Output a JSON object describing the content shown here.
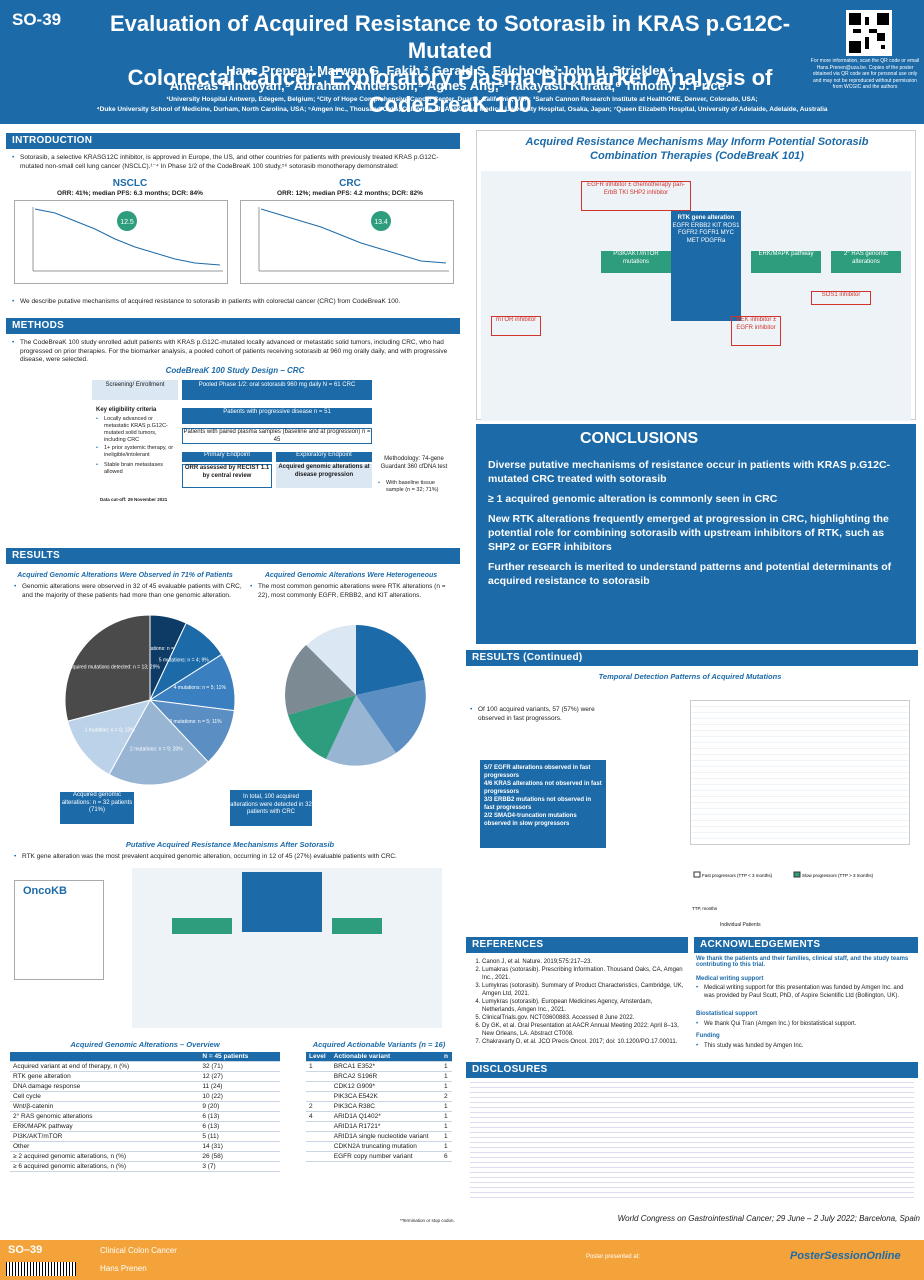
{
  "header": {
    "code": "SO-39",
    "title_line1": "Evaluation of Acquired Resistance to Sotorasib in KRAS p.G12C-Mutated",
    "title_line2": "Colorectal Cancer: Exploratory Plasma Biomarker Analysis of CodeBreaK 100",
    "authors_line1": "Hans Prenen,¹ Marwan G. Fakih,² Gerald S. Falchook,³ John H. Strickler,⁴",
    "authors_line2": "Antreas Hindoyan,⁵ Abraham Anderson,⁵ Agnes Ang,⁵ Takayasu Kurata,⁶ Timothy J. Price⁷",
    "affil_line1": "¹University Hospital Antwerp, Edegem, Belgium; ²City of Hope Comprehensive Cancer Center, Duarte, California, USA; ³Sarah Cannon Research Institute at HealthONE, Denver, Colorado, USA;",
    "affil_line2": "⁴Duke University School of Medicine, Durham, North Carolina, USA; ⁵Amgen Inc., Thousand Oaks, California, USA; ⁶Kansai Medical University Hospital, Osaka, Japan; ⁷Queen Elizabeth Hospital, University of Adelaide, Adelaide, Australia",
    "qr_note": "For more information, scan the QR code or email Hans.Prenen@uza.be. Copies of the poster obtained via QR code are for personal use only and may not be reproduced without permission from WCGIC and the authors"
  },
  "intro": {
    "heading": "INTRODUCTION",
    "bullet1": "Sotorasib, a selective KRASG12C inhibitor, is approved in Europe, the US, and other countries for patients with previously treated KRAS p.G12C-mutated non-small cell lung cancer (NSCLC).¹⁻⁴ In Phase 1/2 of the CodeBreaK 100 study,⁵⁶ sotorasib monotherapy demonstrated:",
    "nsclc_title": "NSCLC",
    "nsclc_orr": "ORR: 41%; median PFS: 6.3 months; DCR: 84%",
    "crc_title": "CRC",
    "crc_orr": "ORR: 12%; median PFS: 4.2 months; DCR: 82%",
    "nsclc_os": "12.5",
    "crc_os": "13.4",
    "bullet2": "We describe putative mechanisms of acquired resistance to sotorasib in patients with colorectal cancer (CRC) from CodeBreaK 100."
  },
  "methods": {
    "heading": "METHODS",
    "bullet1": "The CodeBreaK 100 study enrolled adult patients with KRAS p.G12C-mutated locally advanced or metastatic solid tumors, including CRC, who had progressed on prior therapies. For the biomarker analysis, a pooled cohort of patients receiving sotorasib at 960 mg orally daily, and with progressive disease, were selected.",
    "design_title": "CodeBreaK 100 Study Design – CRC",
    "screening": "Screening/ Enrollment",
    "pooled": "Pooled Phase 1/2: oral sotorasib 960 mg daily N = 61 CRC",
    "eligibility": "Key eligibility criteria",
    "crit1": "Locally advanced or metastatic KRAS p.G12C-mutated solid tumors, including CRC",
    "crit2": "1+ prior systemic therapy, or ineligible/intolerant",
    "crit3": "Stable brain metastases allowed",
    "pd": "Patients with progressive disease n = 51",
    "paired": "Patients with paired plasma samples (baseline and at progression) n = 45",
    "primary": "Primary Endpoint",
    "primary_text": "ORR assessed by RECIST 1.1 by central review",
    "exploratory": "Exploratory Endpoint",
    "exploratory_text": "Acquired genomic alterations at disease progression",
    "methodology": "Methodology: 74-gene Guardant 360 cfDNA test",
    "baseline": "With baseline tissue sample (n = 32; 71%)",
    "cutoff": "Data cut-off: 29 November 2021"
  },
  "results": {
    "heading": "RESULTS",
    "sub1": "Acquired Genomic Alterations Were Observed in 71% of Patients",
    "b1": "Genomic alterations were observed in 32 of 45 evaluable patients with CRC, and the majority of these patients had more than one genomic alteration.",
    "sub2": "Acquired Genomic Alterations Were Heterogeneous",
    "b2": "The most common genomic alterations were RTK alterations (n = 22), most commonly EGFR, ERBB2, and KIT alterations.",
    "callout1": "Acquired genomic alterations: n = 32 patients (71%)",
    "callout2": "In total, 100 acquired alterations were detected in 32 patients with CRC",
    "sub3": "Putative Acquired Resistance Mechanisms After Sotorasib",
    "b3": "RTK gene alteration was the most prevalent acquired genomic alteration, occurring in 12 of 45 (27%) evaluable patients with CRC."
  },
  "pie1": {
    "labels": [
      "≥ 6 mutations: n = 3; 7%",
      "5 mutations: n = 4; 9%",
      "4 mutations: n = 5; 11%",
      "3 mutations: n = 5; 11%",
      "2 mutations: n = 9; 20%",
      "1 mutation: n = 6; 13%",
      "No acquired mutations detected: n = 13; 29%"
    ],
    "values": [
      7,
      9,
      11,
      11,
      20,
      13,
      29
    ]
  },
  "mech": {
    "title": "Acquired Resistance Mechanisms May Inform Potential Sotorasib Combination Therapies (CodeBreaK 101)",
    "egfr_inh": "EGFR inhibitor ± chemotherapy pan-ErbB TKI SHP2 inhibitor",
    "rtk": "RTK gene alteration",
    "rtk_list": "EGFR ERBB2 KIT ROS1 FGFR2 FGFR1 MYC MET PDGFRa",
    "pik3": "PI3K/AKT/mTOR mutations",
    "erk": "ERK/MAPK pathway",
    "ras2": "2° RAS genomic alterations",
    "mtor_inh": "mTOR inhibitor",
    "mek_inh": "MEK inhibitor ± EGFR inhibitor",
    "sos1": "SOS1 inhibitor"
  },
  "conclusions": {
    "heading": "CONCLUSIONS",
    "c1": "Diverse putative mechanisms of resistance occur in patients with KRAS p.G12C-mutated CRC treated with sotorasib",
    "c2": "≥ 1 acquired genomic alteration is commonly seen in CRC",
    "c3": "New RTK alterations frequently emerged at progression in CRC, highlighting the potential role for combining sotorasib with upstream inhibitors of RTK, such as SHP2 or EGFR inhibitors",
    "c4": "Further research is merited to understand patterns and potential determinants of acquired resistance to sotorasib"
  },
  "cont": {
    "heading": "RESULTS (Continued)",
    "sub": "Temporal Detection Patterns of Acquired Mutations",
    "b1": "Of 100 acquired variants, 57 (57%) were observed in fast progressors.",
    "k1": "5/7 EGFR alterations observed in fast progressors",
    "k2": "4/6 KRAS alterations not observed in fast progressors",
    "k3": "3/3 ERBB2 mutations not observed in fast progressors",
    "k4": "2/2 SMAD4-truncation mutations observed in slow progressors",
    "legend_fast": "Fast progressors (TTP < 3 months)",
    "legend_slow": "Slow progressors (TTP > 3 months)",
    "xlabel": "Individual Patients",
    "ylabel": "TTP, months"
  },
  "refs": {
    "heading": "REFERENCES",
    "items": [
      "Canon J, et al. Nature. 2019;575:217–23.",
      "Lumakras (sotorasib). Prescribing Information. Thousand Oaks, CA, Amgen Inc., 2021.",
      "Lumykras (sotorasib). Summary of Product Characteristics, Cambridge, UK, Amgen Ltd, 2021.",
      "Lumykras (sotorasib). European Medicines Agency, Amsterdam, Netherlands, Amgen Inc., 2021.",
      "ClinicalTrials.gov. NCT03600883. Accessed 8 June 2022.",
      "Dy GK, et al. Oral Presentation at AACR Annual Meeting 2022; April 8–13, New Orleans, LA. Abstract CT008.",
      "Chakravarty D, et al. JCO Precis Oncol. 2017; doi: 10.1200/PO.17.00011."
    ]
  },
  "ack": {
    "heading": "ACKNOWLEDGEMENTS",
    "thanks": "We thank the patients and their families, clinical staff, and the study teams contributing to this trial.",
    "mw": "Medical writing support",
    "mw_text": "Medical writing support for this presentation was funded by Amgen Inc. and was provided by Paul Scutt, PhD, of Aspire Scientific Ltd (Bollington, UK).",
    "bio": "Biostatistical support",
    "bio_text": "We thank Qui Tran (Amgen Inc.) for biostatistical support.",
    "fund": "Funding",
    "fund_text": "This study was funded by Amgen Inc."
  },
  "disclosures": {
    "heading": "DISCLOSURES"
  },
  "overview": {
    "title": "Acquired Genomic Alterations – Overview",
    "header": "N = 45 patients",
    "rows": [
      [
        "Acquired variant at end of therapy, n (%)",
        "32 (71)"
      ],
      [
        "RTK gene alteration",
        "12 (27)"
      ],
      [
        "DNA damage response",
        "11 (24)"
      ],
      [
        "Cell cycle",
        "10 (22)"
      ],
      [
        "Wnt/β-catenin",
        "9 (20)"
      ],
      [
        "2° RAS genomic alterations",
        "6 (13)"
      ],
      [
        "ERK/MAPK pathway",
        "6 (13)"
      ],
      [
        "PI3K/AKT/mTOR",
        "5 (11)"
      ],
      [
        "Other",
        "14 (31)"
      ],
      [
        "≥ 2 acquired genomic alterations, n (%)",
        "26 (58)"
      ],
      [
        "≥ 6 acquired genomic alterations, n (%)",
        "3 (7)"
      ]
    ]
  },
  "actionable": {
    "title": "Acquired Actionable Variants (n = 16)",
    "h_level": "Level",
    "h_var": "Actionable variant",
    "h_n": "n",
    "rows": [
      [
        "1",
        "BRCA1 E352*",
        "1"
      ],
      [
        "",
        "BRCA2 S196R",
        "1"
      ],
      [
        "",
        "CDK12 G909*",
        "1"
      ],
      [
        "",
        "PIK3CA E542K",
        "2"
      ],
      [
        "2",
        "PIK3CA R38C",
        "1"
      ],
      [
        "4",
        "ARID1A Q1402*",
        "1"
      ],
      [
        "",
        "ARID1A R1721*",
        "1"
      ],
      [
        "",
        "ARID1A single nucleotide variant",
        "1"
      ],
      [
        "",
        "CDKN2A truncating mutation",
        "1"
      ],
      [
        "",
        "EGFR copy number variant",
        "6"
      ]
    ],
    "note": "*Termination or stop codon."
  },
  "congress": "World Congress on Gastrointestinal Cancer; 29 June – 2 July 2022; Barcelona, Spain",
  "footer": {
    "code": "SO–39",
    "track": "Clinical Colon Cancer",
    "presenter": "Hans Prenen",
    "poster_presented": "Poster presented at:",
    "brand": "PosterSessionOnline"
  }
}
